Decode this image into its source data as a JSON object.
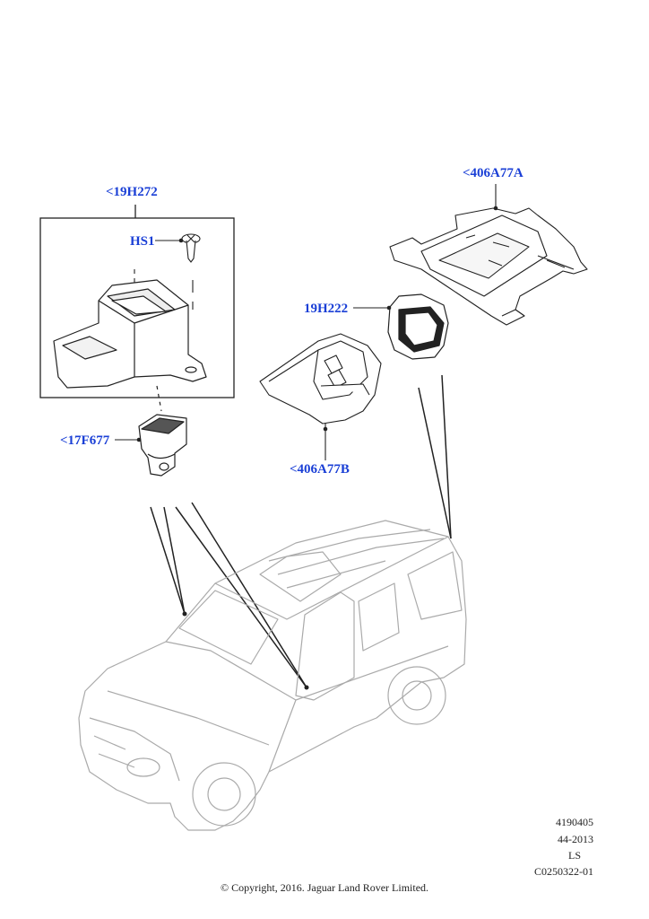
{
  "callouts": {
    "c19h272": "<19H272",
    "hs1": "HS1",
    "c17f677": "<17F677",
    "c406a77a": "<406A77A",
    "c19h222": "19H222",
    "c406a77b": "<406A77B"
  },
  "reference": {
    "line1": "4190405",
    "line2": "44-2013",
    "line3": "LS",
    "line4": "C0250322-01"
  },
  "copyright": "© Copyright, 2016. Jaguar Land Rover Limited.",
  "colors": {
    "callout": "#1a3fd6",
    "linework": "#222222",
    "vehicle": "#aaaaaa"
  }
}
